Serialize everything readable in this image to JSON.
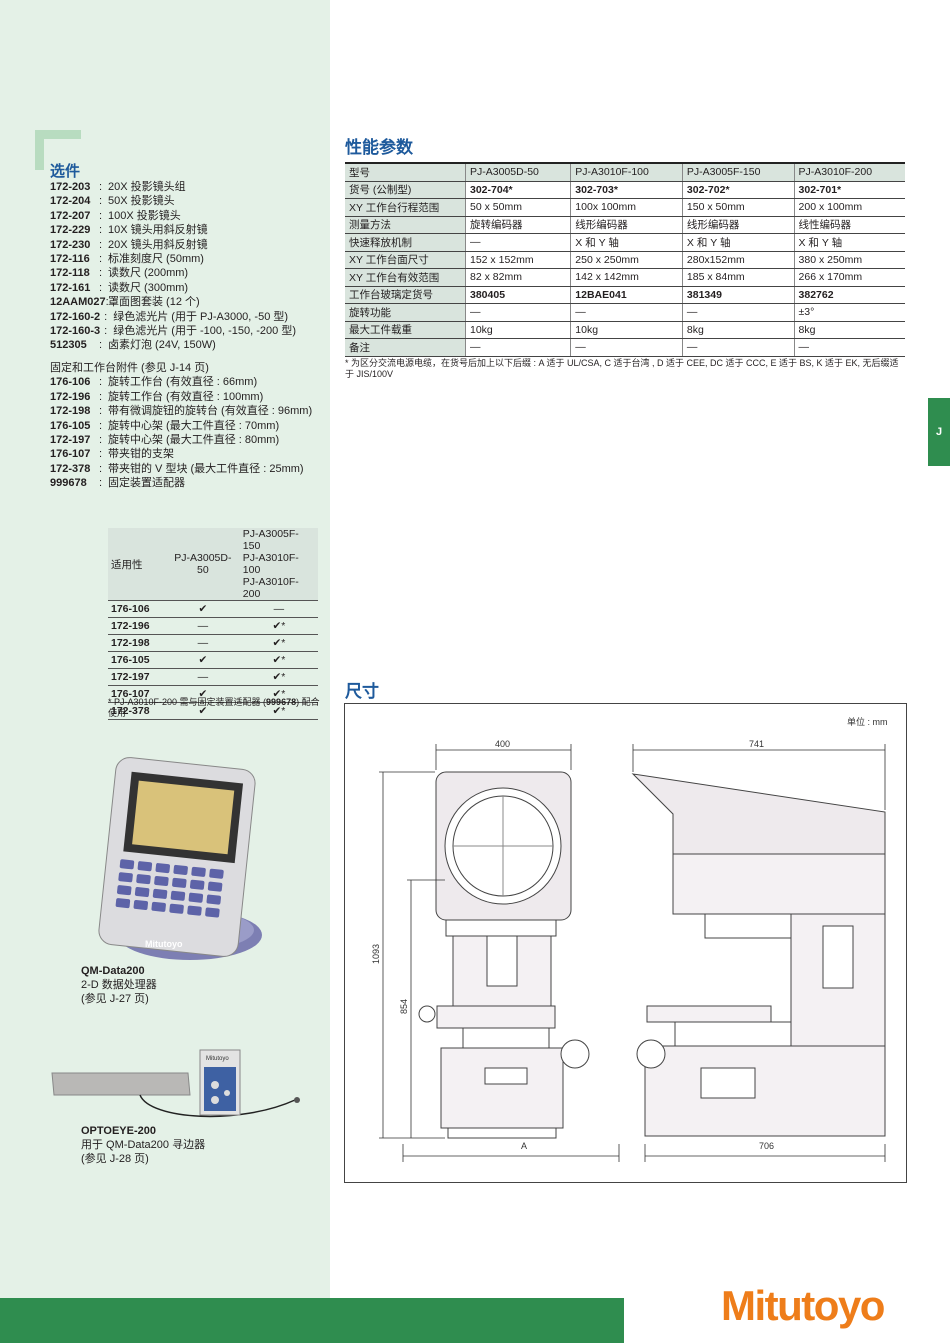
{
  "options": {
    "title": "选件",
    "items": [
      {
        "code": "172-203",
        "sep": ":",
        "desc": "20X 投影镜头组"
      },
      {
        "code": "172-204",
        "sep": ":",
        "desc": "50X 投影镜头"
      },
      {
        "code": "172-207",
        "sep": ":",
        "desc": "100X 投影镜头"
      },
      {
        "code": "172-229",
        "sep": ":",
        "desc": "10X 镜头用斜反射镜"
      },
      {
        "code": "172-230",
        "sep": ":",
        "desc": "20X 镜头用斜反射镜"
      },
      {
        "code": "172-116",
        "sep": ":",
        "desc": "标准刻度尺 (50mm)"
      },
      {
        "code": "172-118",
        "sep": ":",
        "desc": "读数尺 (200mm)"
      },
      {
        "code": "172-161",
        "sep": ":",
        "desc": "读数尺 (300mm)"
      },
      {
        "code": "12AAM027",
        "sep": ":",
        "desc": "罩面图套装 (12 个)"
      },
      {
        "code": "172-160-2",
        "sep": ":",
        "desc": "绿色滤光片 (用于 PJ-A3000, -50 型)"
      },
      {
        "code": "172-160-3",
        "sep": ":",
        "desc": "绿色滤光片 (用于 -100, -150, -200 型)"
      },
      {
        "code": "512305",
        "sep": ":",
        "desc": "卤素灯泡 (24V, 150W)"
      }
    ],
    "fixture_heading": "固定和工作台附件 (参见 J-14 页)",
    "fixtures": [
      {
        "code": "176-106",
        "sep": ":",
        "desc": "旋转工作台 (有效直径 : 66mm)"
      },
      {
        "code": "172-196",
        "sep": ":",
        "desc": "旋转工作台 (有效直径 : 100mm)"
      },
      {
        "code": "172-198",
        "sep": ":",
        "desc": "带有微调旋钮的旋转台 (有效直径 : 96mm)"
      },
      {
        "code": "176-105",
        "sep": ":",
        "desc": "旋转中心架 (最大工件直径 : 70mm)"
      },
      {
        "code": "172-197",
        "sep": ":",
        "desc": "旋转中心架 (最大工件直径 : 80mm)"
      },
      {
        "code": "176-107",
        "sep": ":",
        "desc": "带夹钳的支架"
      },
      {
        "code": "172-378",
        "sep": ":",
        "desc": "带夹钳的 V 型块 (最大工件直径 : 25mm)"
      },
      {
        "code": "999678",
        "sep": ":",
        "desc": "固定装置适配器"
      }
    ]
  },
  "compat": {
    "head_label": "适用性",
    "col1": "PJ-A3005D-50",
    "col2_lines": [
      "PJ-A3005F-150",
      "PJ-A3010F-100",
      "PJ-A3010F-200"
    ],
    "rows": [
      {
        "code": "176-106",
        "a": "✔",
        "b": "—"
      },
      {
        "code": "172-196",
        "a": "—",
        "b": "✔*"
      },
      {
        "code": "172-198",
        "a": "—",
        "b": "✔*"
      },
      {
        "code": "176-105",
        "a": "✔",
        "b": "✔*"
      },
      {
        "code": "172-197",
        "a": "—",
        "b": "✔*"
      },
      {
        "code": "176-107",
        "a": "✔",
        "b": "✔*"
      },
      {
        "code": "172-378",
        "a": "✔",
        "b": "✔*"
      }
    ],
    "note_pre": "* PJ-A3010F-200 需与固定装置适配器 (",
    "note_bold": "999678",
    "note_post": ") 配合使用"
  },
  "qm_data": {
    "title": "QM-Data200",
    "line1": "2-D 数据处理器",
    "line2": "(参见 J-27 页)",
    "brand": "Mitutoyo"
  },
  "optoeye": {
    "title": "OPTOEYE-200",
    "line1": "用于 QM-Data200 寻边器",
    "line2": "(参见 J-28 页)",
    "brand": "Mitutoyo"
  },
  "performance": {
    "title": "性能参数",
    "header": [
      "型号",
      "PJ-A3005D-50",
      "PJ-A3010F-100",
      "PJ-A3005F-150",
      "PJ-A3010F-200"
    ],
    "rows": [
      {
        "label": "货号 (公制型)",
        "bold": true,
        "values": [
          "302-704*",
          "302-703*",
          "302-702*",
          "302-701*"
        ]
      },
      {
        "label": "XY 工作台行程范围",
        "bold": false,
        "values": [
          "50 x 50mm",
          "100x 100mm",
          "150 x 50mm",
          "200 x 100mm"
        ]
      },
      {
        "label": "测量方法",
        "bold": false,
        "values": [
          "旋转编码器",
          "线形编码器",
          "线形编码器",
          "线性编码器"
        ]
      },
      {
        "label": "快速释放机制",
        "bold": false,
        "values": [
          "—",
          "X 和 Y 轴",
          "X 和 Y 轴",
          "X 和 Y 轴"
        ]
      },
      {
        "label": "XY 工作台面尺寸",
        "bold": false,
        "values": [
          "152 x 152mm",
          "250 x 250mm",
          "280x152mm",
          "380 x 250mm"
        ]
      },
      {
        "label": "XY 工作台有效范围",
        "bold": false,
        "values": [
          "82 x 82mm",
          "142 x 142mm",
          "185 x 84mm",
          "266 x 170mm"
        ]
      },
      {
        "label": "工作台玻璃定货号",
        "bold": true,
        "values": [
          "380405",
          "12BAE041",
          "381349",
          "382762"
        ]
      },
      {
        "label": "旋转功能",
        "bold": false,
        "values": [
          "—",
          "—",
          "—",
          "±3°"
        ]
      },
      {
        "label": "最大工件载重",
        "bold": false,
        "values": [
          "10kg",
          "10kg",
          "8kg",
          "8kg"
        ]
      },
      {
        "label": "备注",
        "bold": false,
        "values": [
          "—",
          "—",
          "—",
          "—"
        ]
      }
    ],
    "footnote_line1": "* 为区分交流电源电缆，在货号后加上以下后缀 : A 适于 UL/CSA, C 适于台湾 , D 适于 CEE, DC 适于 CCC, E 适于 BS, K 适于 EK, 无后缀适",
    "footnote_line2": "于 JIS/100V"
  },
  "dimensions": {
    "title": "尺寸",
    "unit": "单位 : mm",
    "labels": {
      "front_width": "400",
      "side_width": "741",
      "total_height": "1093",
      "stage_height": "854",
      "front_base": "A",
      "side_base": "706"
    }
  },
  "side_tab": "J",
  "logo": "Mitutoyo"
}
